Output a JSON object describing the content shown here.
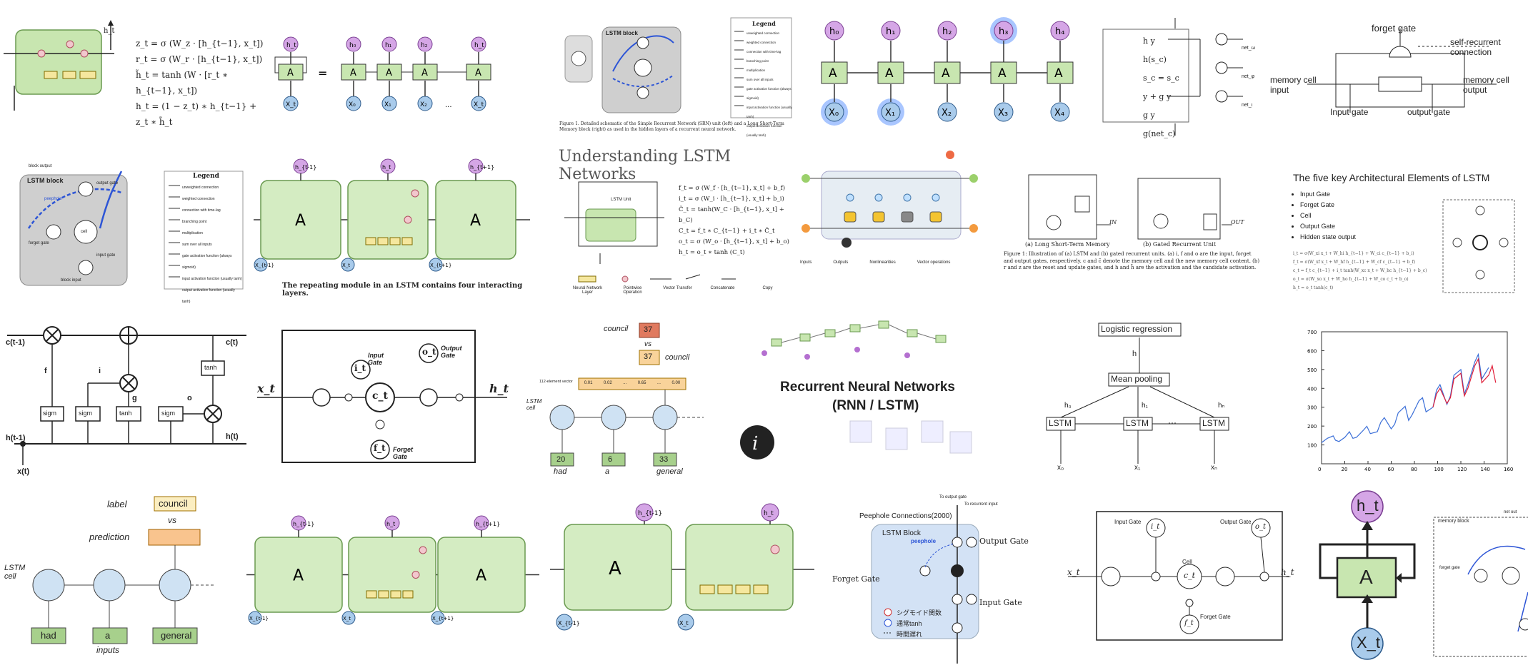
{
  "tiles": {
    "gru": {
      "h_out": "h_t",
      "eq1": "z_t = σ (W_z · [h_{t−1}, x_t])",
      "eq2": "r_t = σ (W_r · [h_{t−1}, x_t])",
      "eq3": "h̃_t = tanh (W · [r_t ∗ h_{t−1}, x_t])",
      "eq4": "h_t = (1 − z_t) ∗ h_{t−1} + z_t ∗ h̃_t"
    },
    "unrolled_rnn": {
      "cell": "A",
      "equals": "=",
      "h_labels": [
        "h_t",
        "h₀",
        "h₁",
        "h₂",
        "h_t"
      ],
      "x_labels": [
        "X_t",
        "X₀",
        "X₁",
        "X₂",
        "X_t"
      ],
      "ellipsis": "..."
    },
    "srn_lstm_figure": {
      "block_title": "LSTM block",
      "legend_title": "Legend",
      "legend_items": [
        "unweighted connection",
        "weighted connection",
        "connection with time-lag",
        "branching point",
        "multiplication",
        "sum over all inputs",
        "gate activation function (always sigmoid)",
        "input activation function (usually tanh)",
        "output activation function (usually tanh)"
      ],
      "caption": "Figure 1. Detailed schematic of the Simple Recurrent Network (SRN) unit (left) and a Long Short-Term Memory block (right) as used in the hidden layers of a recurrent neural network."
    },
    "attention_rnn": {
      "cell": "A",
      "h_labels": [
        "h₀",
        "h₁",
        "h₂",
        "h₃",
        "h₄"
      ],
      "x_labels": [
        "X₀",
        "X₁",
        "X₂",
        "X₃",
        "X₄"
      ]
    },
    "gate_cell": {
      "h_labels": [
        "h y",
        "h(s_c)",
        "s_c = s_c y + g y",
        "g y",
        "g(net_c)"
      ],
      "net_labels": [
        "net_ω",
        "net_φ",
        "net_ι"
      ]
    },
    "memory_cell": {
      "forget_gate": "forget gate",
      "self_recurrent": "self-recurrent connection",
      "input_label": "memory cell input",
      "output_label": "memory cell output",
      "input_gate": "Input gate",
      "output_gate": "output gate"
    },
    "lstm_block_legend": {
      "block_title": "LSTM block",
      "legend_title": "Legend",
      "peephole": "peephole",
      "block_output": "block output",
      "output_gate": "output gate",
      "input_gate": "input gate",
      "forget_gate": "forget gate",
      "block_input": "block input",
      "cell": "cell",
      "legend_items": [
        "unweighted connection",
        "weighted connection",
        "connection with time-lag",
        "branching point",
        "multiplication",
        "sum over all inputs",
        "gate activation function (always sigmoid)",
        "input activation function (usually tanh)",
        "output activation function (usually tanh)"
      ]
    },
    "repeating_module": {
      "cell": "A",
      "h_labels": [
        "h_{t-1}",
        "h_t",
        "h_{t+1}"
      ],
      "x_labels": [
        "X_{t-1}",
        "X_t",
        "X_{t+1}"
      ],
      "caption": "The repeating module in an LSTM contains four interacting layers."
    },
    "understanding": {
      "title": "Understanding LSTM Networks",
      "eqs": [
        "f_t = σ (W_f · [h_{t−1}, x_t] + b_f)",
        "i_t = σ (W_i · [h_{t−1}, x_t] + b_i)",
        "C̃_t = tanh(W_C · [h_{t−1}, x_t] + b_C)",
        "C_t = f_t ∗ C_{t−1} + i_t ∗ C̃_t",
        "o_t = σ (W_o · [h_{t−1}, x_t] + b_o)",
        "h_t = o_t ∗ tanh (C_t)"
      ],
      "legend": [
        "Neural Network Layer",
        "Pointwise Operation",
        "Vector Transfer",
        "Concatenate",
        "Copy"
      ],
      "lstm_unit": "LSTM Unit"
    },
    "colored_lstm": {
      "legend_groups": [
        "Inputs",
        "Outputs",
        "Nonlinearities",
        "Vector operations"
      ]
    },
    "lstm_gru_fig": {
      "caption_a": "(a) Long Short-Term Memory",
      "caption_b": "(b) Gated Recurrent Unit",
      "in_label": "IN",
      "out_label": "OUT",
      "figure_text": "Figure 1: Illustration of (a) LSTM and (b) gated recurrent units. (a) i, f and o are the input, forget and output gates, respectively. c and c̃ denote the memory cell and the new memory cell content. (b) r and z are the reset and update gates, and h and h̃ are the activation and the candidate activation."
    },
    "five_elements": {
      "title": "The five key Architectural Elements of LSTM",
      "items": [
        "Input Gate",
        "Forget Gate",
        "Cell",
        "Output Gate",
        "Hidden state output"
      ]
    },
    "circuit": {
      "c_prev": "c(t-1)",
      "c_next": "c(t)",
      "h_prev": "h(t-1)",
      "h_next": "h(t)",
      "x": "x(t)",
      "f": "f",
      "i": "i",
      "g": "g",
      "o": "o",
      "sigm": "sigm",
      "tanh": "tanh"
    },
    "gates_box": {
      "x": "x_t",
      "h": "h_t",
      "input_gate": "Input Gate",
      "output_gate": "Output Gate",
      "forget_gate": "Forget Gate",
      "i": "i_t",
      "o": "o_t",
      "c": "c_t",
      "f": "f_t"
    },
    "council_top": {
      "label1": "council",
      "vs": "vs",
      "label2": "council",
      "val1": "37",
      "val2": "37",
      "vec_label": "112-element vector",
      "vec_vals": [
        "0.01",
        "0.02",
        "...",
        "0.65",
        "...",
        "0.00"
      ],
      "lstm_cell": "LSTM cell",
      "inputs": [
        "20",
        "6",
        "33"
      ],
      "words": [
        "had",
        "a",
        "general"
      ]
    },
    "rnn_poster": {
      "title": "Recurrent Neural Networks",
      "subtitle": "(RNN / LSTM)"
    },
    "mean_pooling": {
      "top": "Logistic regression",
      "h": "h",
      "pool": "Mean pooling",
      "lstm": "LSTM",
      "h_labels": [
        "h₀",
        "h₁",
        "hₙ"
      ],
      "x_labels": [
        "x₀",
        "x₁",
        "xₙ"
      ],
      "ellipsis": "···"
    },
    "council_bottom": {
      "label": "label",
      "vs": "vs",
      "prediction": "prediction",
      "council": "council",
      "lstm_cell": "LSTM cell",
      "words": [
        "had",
        "a",
        "general"
      ],
      "inputs_label": "inputs"
    },
    "repeating_module2": {
      "cell": "A",
      "h_labels": [
        "h_{t-1}",
        "h_t",
        "h_{t+1}"
      ],
      "x_labels": [
        "X_{t-1}",
        "X_t",
        "X_{t+1}"
      ]
    },
    "repeating_module3": {
      "cell": "A",
      "h_labels": [
        "h_{t-1}",
        "h_t"
      ],
      "x_labels": [
        "X_{t-1}",
        "X_t"
      ]
    },
    "peephole": {
      "title": "Peephole Connections(2000)",
      "block": "LSTM Block",
      "to_output": "To output gate",
      "to_recurrent": "To recurrent input",
      "output_gate": "Output Gate",
      "forget_gate": "Forget Gate",
      "input_gate": "Input Gate",
      "peephole": "peephole",
      "legend": [
        "シグモイド関数",
        "通常tanh",
        "時間遅れ"
      ]
    },
    "lstm_box": {
      "input_gate": "Input Gate",
      "output_gate": "Output Gate",
      "forget_gate": "Forget Gate",
      "cell": "Cell",
      "x": "x_t",
      "h": "h_t",
      "i": "i_t",
      "o": "o_t",
      "c": "c_t",
      "f": "f_t"
    },
    "big_rnn": {
      "h": "h_t",
      "a": "A",
      "x": "X_t"
    },
    "memory_block": {
      "title": "memory block",
      "gate": "forget gate",
      "net_out": "net out"
    }
  },
  "chart_data": {
    "type": "line",
    "title": "",
    "xlabel": "",
    "ylabel": "",
    "xlim": [
      0,
      160
    ],
    "ylim": [
      0,
      700
    ],
    "x_ticks": [
      0,
      20,
      40,
      60,
      80,
      100,
      120,
      140,
      160
    ],
    "y_ticks": [
      100,
      200,
      300,
      400,
      500,
      600,
      700
    ],
    "series": [
      {
        "color": "#3b6fd8",
        "x": [
          0,
          5,
          10,
          12,
          15,
          20,
          24,
          27,
          30,
          36,
          39,
          42,
          48,
          51,
          54,
          60,
          63,
          66,
          72,
          75,
          78,
          84,
          87,
          90,
          96,
          99,
          102,
          108,
          111,
          114,
          120,
          123,
          126,
          132,
          135,
          138,
          144
        ],
        "y": [
          112,
          135,
          148,
          125,
          118,
          140,
          170,
          135,
          140,
          178,
          199,
          160,
          170,
          220,
          245,
          185,
          210,
          270,
          305,
          230,
          260,
          335,
          350,
          275,
          300,
          390,
          420,
          315,
          360,
          470,
          500,
          370,
          420,
          540,
          580,
          450,
          510
        ]
      },
      {
        "color": "#e0203a",
        "x": [
          96,
          99,
          102,
          108,
          111,
          114,
          120,
          123,
          126,
          132,
          135,
          138,
          144,
          147,
          150
        ],
        "y": [
          300,
          370,
          400,
          320,
          350,
          450,
          480,
          360,
          400,
          520,
          555,
          430,
          470,
          520,
          430
        ]
      }
    ]
  }
}
